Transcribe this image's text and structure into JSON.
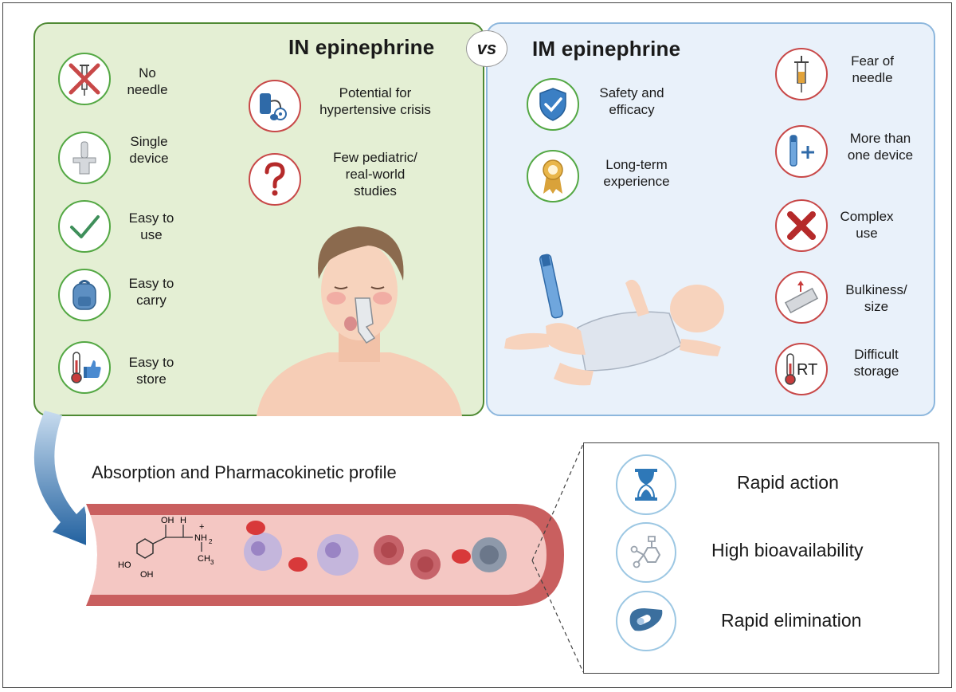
{
  "panels": {
    "intranasal": {
      "title": "IN epinephrine",
      "advantages": [
        {
          "icon": "crossed-needle-icon",
          "label_line1": "No",
          "label_line2": "needle"
        },
        {
          "icon": "nasal-device-icon",
          "label_line1": "Single",
          "label_line2": "device"
        },
        {
          "icon": "checkmark-icon",
          "label_line1": "Easy to",
          "label_line2": "use"
        },
        {
          "icon": "backpack-icon",
          "label_line1": "Easy to",
          "label_line2": "carry"
        },
        {
          "icon": "thermometer-thumbs-up-icon",
          "label_line1": "Easy to",
          "label_line2": "store"
        }
      ],
      "disadvantages": [
        {
          "icon": "blood-pressure-icon",
          "label_line1": "Potential for",
          "label_line2": "hypertensive crisis"
        },
        {
          "icon": "question-mark-icon",
          "label_line1": "Few pediatric/",
          "label_line2": "real-world",
          "label_line3": "studies"
        }
      ]
    },
    "intramuscular": {
      "title": "IM epinephrine",
      "advantages": [
        {
          "icon": "shield-check-icon",
          "label_line1": "Safety and",
          "label_line2": "efficacy"
        },
        {
          "icon": "award-ribbon-icon",
          "label_line1": "Long-term",
          "label_line2": "experience"
        }
      ],
      "disadvantages": [
        {
          "icon": "syringe-icon",
          "label_line1": "Fear of",
          "label_line2": "needle"
        },
        {
          "icon": "auto-injector-plus-icon",
          "label_line1": "More than",
          "label_line2": "one device"
        },
        {
          "icon": "x-mark-icon",
          "label_line1": "Complex",
          "label_line2": "use"
        },
        {
          "icon": "ruler-icon",
          "label_line1": "Bulkiness/",
          "label_line2": "size"
        },
        {
          "icon": "thermometer-rt-icon",
          "label_line1": "Difficult",
          "label_line2": "storage",
          "icon_text": "RT"
        }
      ]
    }
  },
  "vs_label": "vs",
  "absorption": {
    "caption": "Absorption and Pharmacokinetic profile",
    "molecule_labels": {
      "oh_top": "OH",
      "h_top": "H",
      "nh2": "NH",
      "nh2_sub": "2",
      "ch3": "CH",
      "ch3_sub": "3",
      "ho_left": "HO",
      "oh_bottom": "OH",
      "plus": "+"
    }
  },
  "pk_box": {
    "items": [
      {
        "icon": "hourglass-icon",
        "label": "Rapid action"
      },
      {
        "icon": "molecule-icon",
        "label": "High bioavailability"
      },
      {
        "icon": "liver-pill-icon",
        "label": "Rapid elimination"
      }
    ]
  },
  "colors": {
    "in_panel_bg": "#e4efd4",
    "in_panel_border": "#4f8a34",
    "im_panel_bg": "#e9f1fa",
    "im_panel_border": "#8db7dd",
    "advantage_ring": "#54a844",
    "disadvantage_ring": "#c84848",
    "arrow_blue": "#1f5f9e",
    "vessel_wall": "#c95f5f",
    "vessel_lumen": "#f4c7c3"
  }
}
